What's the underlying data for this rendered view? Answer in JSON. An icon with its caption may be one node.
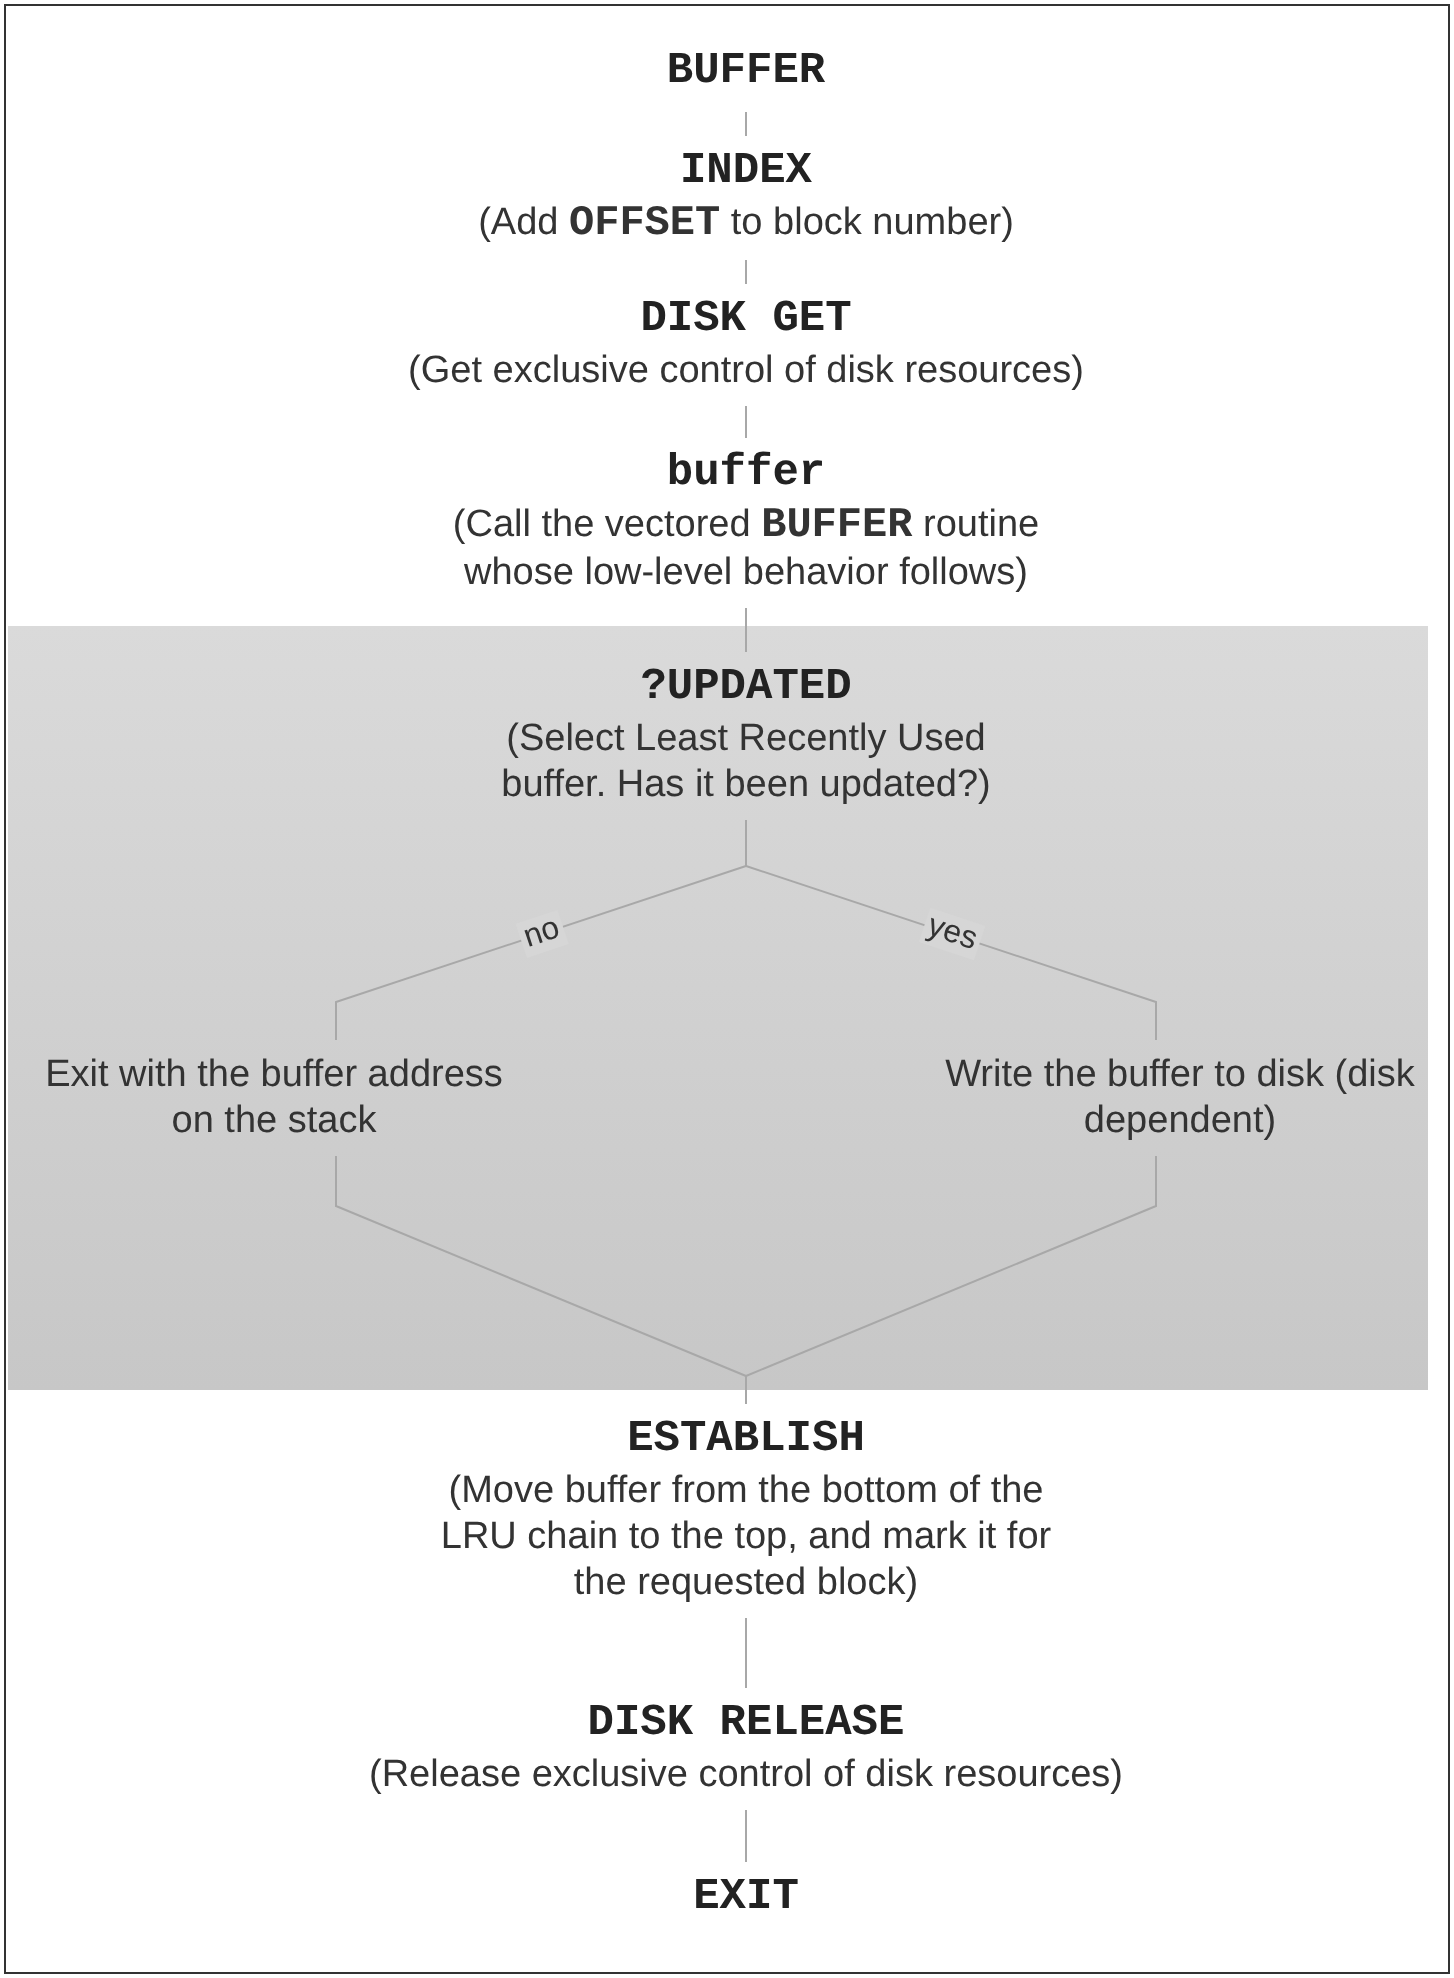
{
  "diagram": {
    "nodes": [
      {
        "text": [
          "BUFFER"
        ]
      },
      {
        "text": [
          "INDEX",
          "(Add **OFFSET** to block number)"
        ]
      },
      {
        "text": [
          "DISK GET",
          "(Get exclusive control of disk resources)"
        ]
      },
      {
        "text": [
          "buffer",
          "(Call the vectored **BUFFER** routine whose low-level behavior follows)"
        ]
      },
      {
        "text": [],
        "shape": "box"
      },
      {
        "text": [
          "?UPDATED",
          "(Select Least Recently Used buffer. Has it been updated?)"
        ],
        "in": 4
      },
      {
        "text": [
          "Exit with the buffer address on the stack"
        ],
        "in": 4
      },
      {
        "text": [
          "Write the buffer to disk (disk dependent)"
        ],
        "in": 4
      },
      {
        "text": [
          "ESTABLISH",
          "(Move buffer from the bottom of the LRU chain to the top, and mark it for the requested block)"
        ]
      },
      {
        "text": [
          "DISK RELEASE",
          "(Release exclusive control of disk resources)"
        ]
      },
      {
        "text": [
          "EXIT"
        ]
      }
    ],
    "edges": [
      {
        "from": 0,
        "to": 1,
        "arrow": "none"
      },
      {
        "from": 1,
        "to": 2,
        "arrow": "none"
      },
      {
        "from": 2,
        "to": 3,
        "arrow": "none"
      },
      {
        "from": 3,
        "to": 5,
        "arrow": "none"
      },
      {
        "from": 5,
        "to": 6,
        "arrow": "none",
        "label": "no"
      },
      {
        "from": 5,
        "to": 7,
        "arrow": "none",
        "label": "yes"
      },
      {
        "from": 6,
        "to": 8,
        "arrow": "none"
      },
      {
        "from": 7,
        "to": 8,
        "arrow": "none"
      },
      {
        "from": 8,
        "to": 9,
        "arrow": "none"
      },
      {
        "from": 9,
        "to": 10,
        "arrow": "none"
      }
    ]
  }
}
